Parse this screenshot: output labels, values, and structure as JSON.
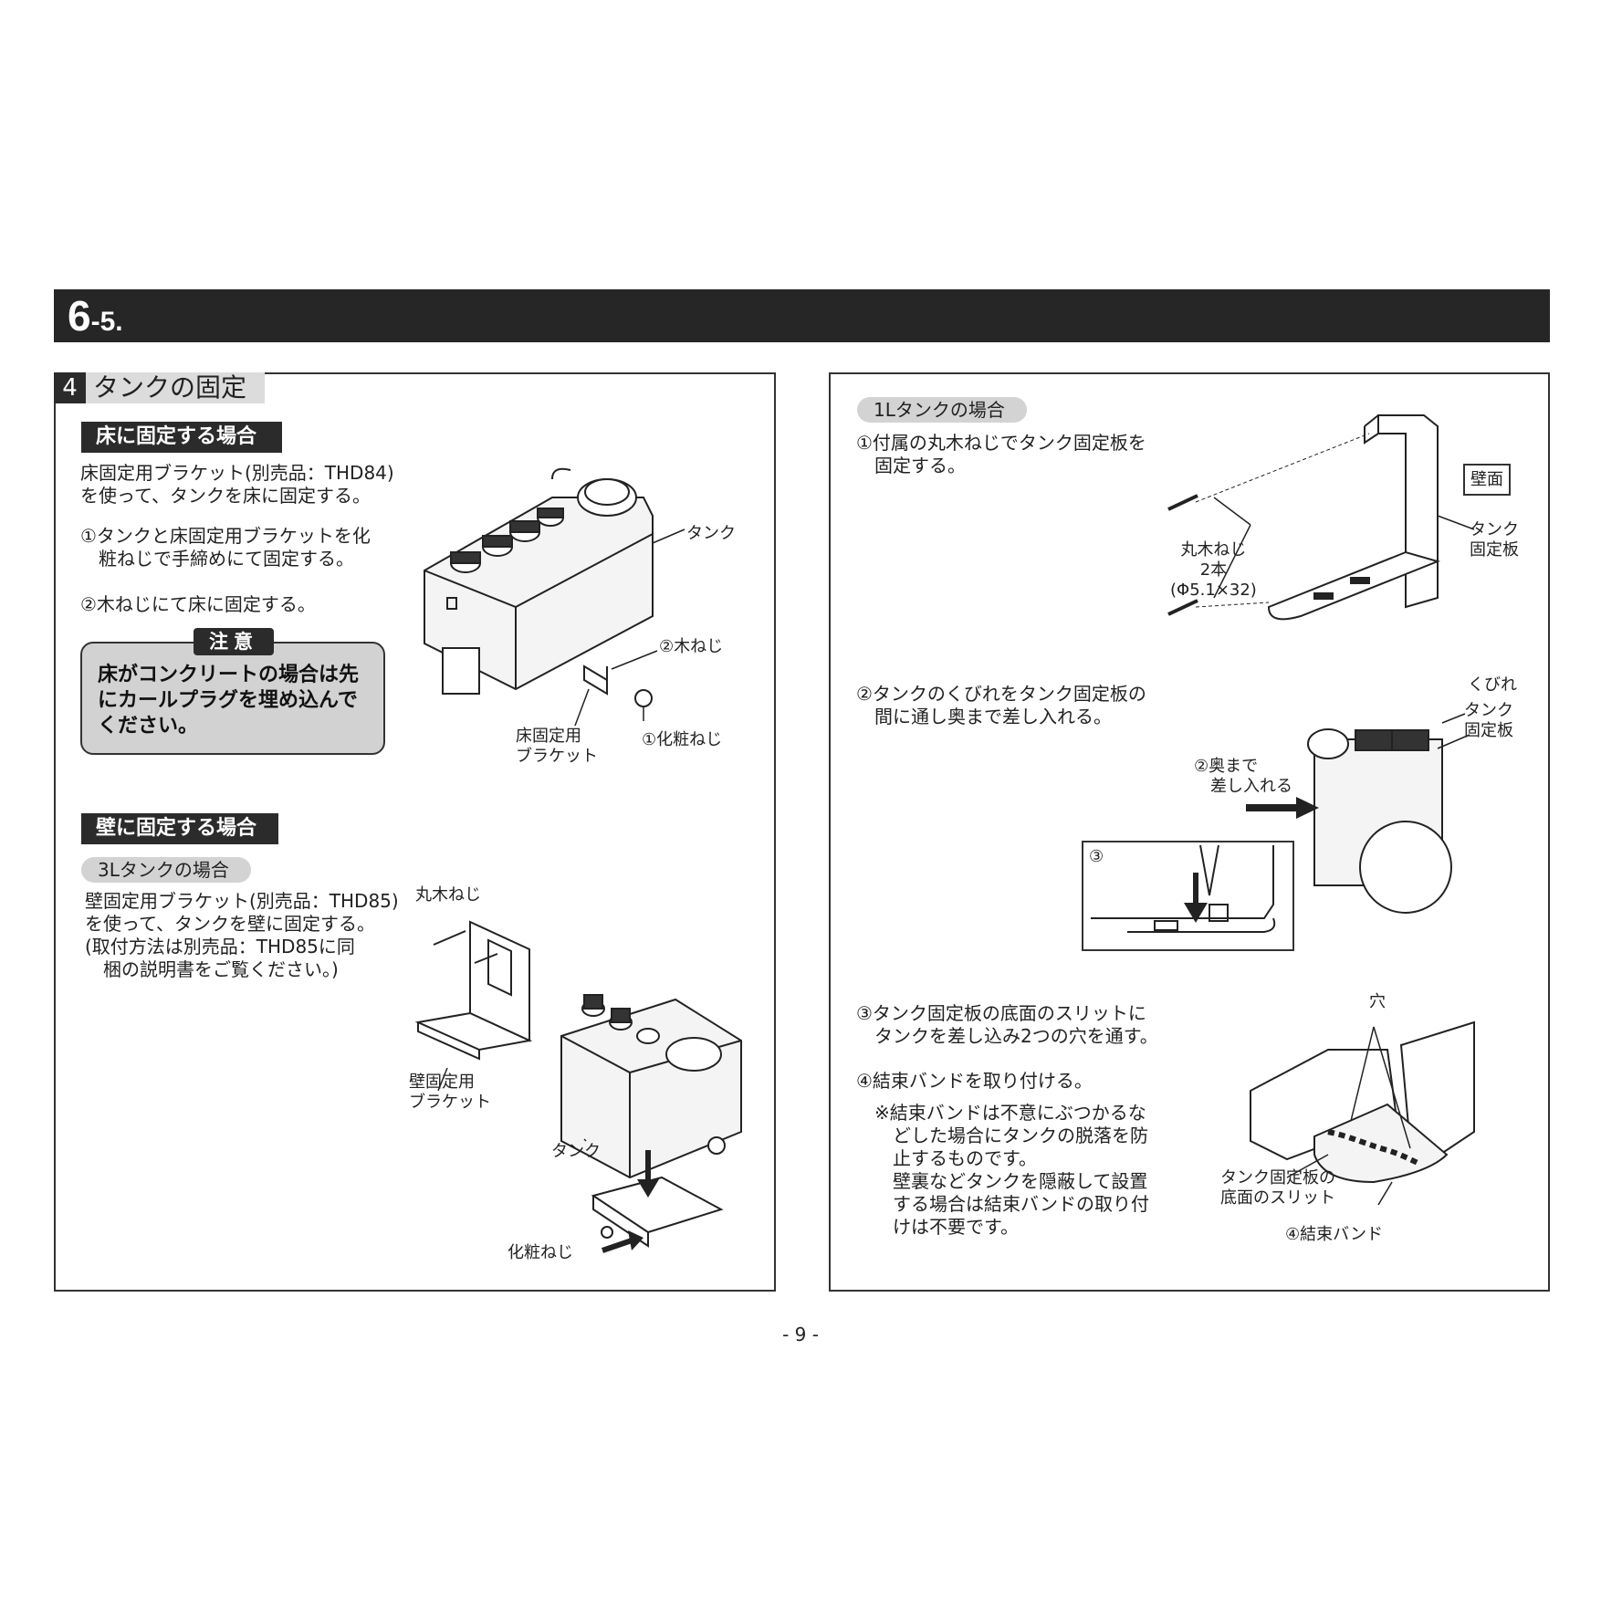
{
  "header": {
    "title_main": "6",
    "title_sub": "-5."
  },
  "section": {
    "number": "4",
    "title": "タンクの固定"
  },
  "floor": {
    "label": "床に固定する場合",
    "intro": "床固定用ブラケット(別売品：THD84)\nを使って、タンクを床に固定する。",
    "step1": "①タンクと床固定用ブラケットを化\n　粧ねじで手締めにて固定する。",
    "step2": "②木ねじにて床に固定する。",
    "caution_badge": "注意",
    "caution_text": "床がコンクリートの場合は先\nにカールプラグを埋め込んで\nください。",
    "callout_tank": "タンク",
    "callout_wood_screw": "②木ねじ",
    "callout_bracket": "床固定用\nブラケット",
    "callout_cosmetic_screw": "①化粧ねじ"
  },
  "wall": {
    "label": "壁に固定する場合",
    "case_3l": "3Lタンクの場合",
    "intro": "壁固定用ブラケット(別売品：THD85)\nを使って、タンクを壁に固定する。\n(取付方法は別売品：THD85に同\n　梱の説明書をご覧ください。)",
    "callout_round_screw": "丸木ねじ",
    "callout_bracket": "壁固定用\nブラケット",
    "callout_tank": "タンク",
    "callout_cosmetic_screw": "化粧ねじ"
  },
  "right": {
    "case_1l": "1Lタンクの場合",
    "step1": "①付属の丸木ねじでタンク固定板を\n　固定する。",
    "wall_label": "壁面",
    "callout_plate": "タンク\n固定板",
    "callout_screws": "丸木ねじ\n2本\n(Φ5.1×32)",
    "step2": "②タンクのくびれをタンク固定板の\n　間に通し奥まで差し入れる。",
    "callout_neck": "くびれ",
    "callout_plate2": "タンク\n固定板",
    "callout_insert": "②奥まで\n　差し入れる",
    "detail_number": "③",
    "step3": "③タンク固定板の底面のスリットに\n　タンクを差し込み2つの穴を通す。",
    "step4": "④結束バンドを取り付ける。",
    "note": "※結束バンドは不意にぶつかるな\n　どした場合にタンクの脱落を防\n　止するものです。\n　壁裏などタンクを隠蔽して設置\n　する場合は結束バンドの取り付\n　けは不要です。",
    "callout_holes": "穴",
    "callout_slit": "タンク固定板の\n底面のスリット",
    "callout_band": "④結束バンド"
  },
  "page": {
    "number": "- 9 -"
  }
}
